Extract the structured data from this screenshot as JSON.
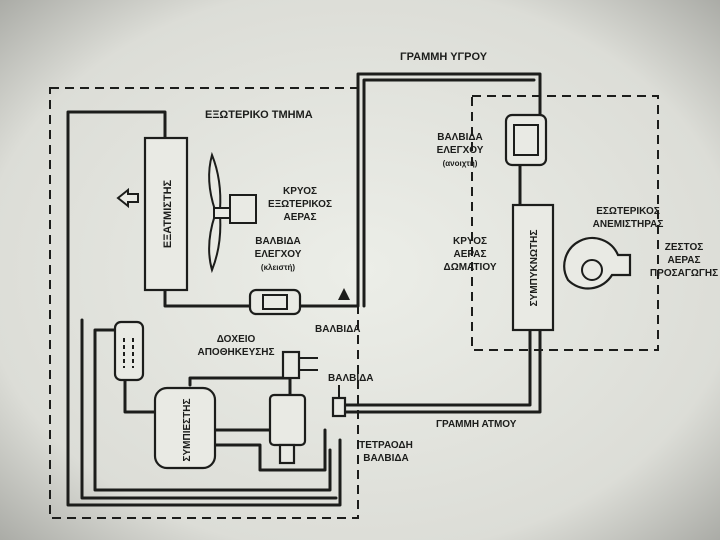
{
  "labels": {
    "liquid_line": "ΓΡΑΜΜΗ ΥΓΡΟΥ",
    "outdoor_unit": "ΕΞΩΤΕΡΙΚΟ ΤΜΗΜΑ",
    "evaporator": "ΕΞΑΤΜΙΣΤΗΣ",
    "cold_outdoor_air": [
      "ΚΡΥΟΣ",
      "ΕΞΩΤΕΡΙΚΟΣ",
      "ΑΕΡΑΣ"
    ],
    "check_valve_closed": [
      "ΒΑΛΒΙΔΑ",
      "ΕΛΕΓΧΟΥ"
    ],
    "closed_note": "(κλειστή)",
    "check_valve_open": [
      "ΒΑΛΒΙΔΑ",
      "ΕΛΕΓΧΟΥ"
    ],
    "open_note": "(ανοιχτή)",
    "indoor_fan": [
      "ΕΣΩΤΕΡΙΚΟΣ",
      "ΑΝΕΜΙΣΤΗΡΑΣ"
    ],
    "warm_supply_air": [
      "ΖΕΣΤΟΣ",
      "ΑΕΡΑΣ",
      "ΠΡΟΣΑΓΩΓΗΣ"
    ],
    "cold_room_air": [
      "ΚΡΥΟΣ",
      "ΑΕΡΑΣ",
      "ΔΩΜΑΤΙΟΥ"
    ],
    "condenser": "ΣΥΜΠΥΚΝΩΤΗΣ",
    "valve_1": "ΒΑΛΒΙΔΑ",
    "receiver": [
      "ΔΟΧΕΙΟ",
      "ΑΠΟΘΗΚΕΥΣΗΣ"
    ],
    "valve_2": "ΒΑΛΒΙΔΑ",
    "compressor": "ΣΥΜΠΙΕΣΤΗΣ",
    "vapor_line": "ΓΡΑΜΜΗ ΑΤΜΟΥ",
    "four_way_valve": [
      "ΤΕΤΡΑΟΔΗ",
      "ΒΑΛΒΙΔΑ"
    ]
  },
  "colors": {
    "ink": "#1c1d1b",
    "paper": "#e9eae4",
    "background": "#cfd0cb"
  },
  "icons": {
    "outdoor_fan": "propeller-fan-icon",
    "indoor_fan": "blower-fan-icon",
    "air_arrow": "arrow-left-icon"
  }
}
